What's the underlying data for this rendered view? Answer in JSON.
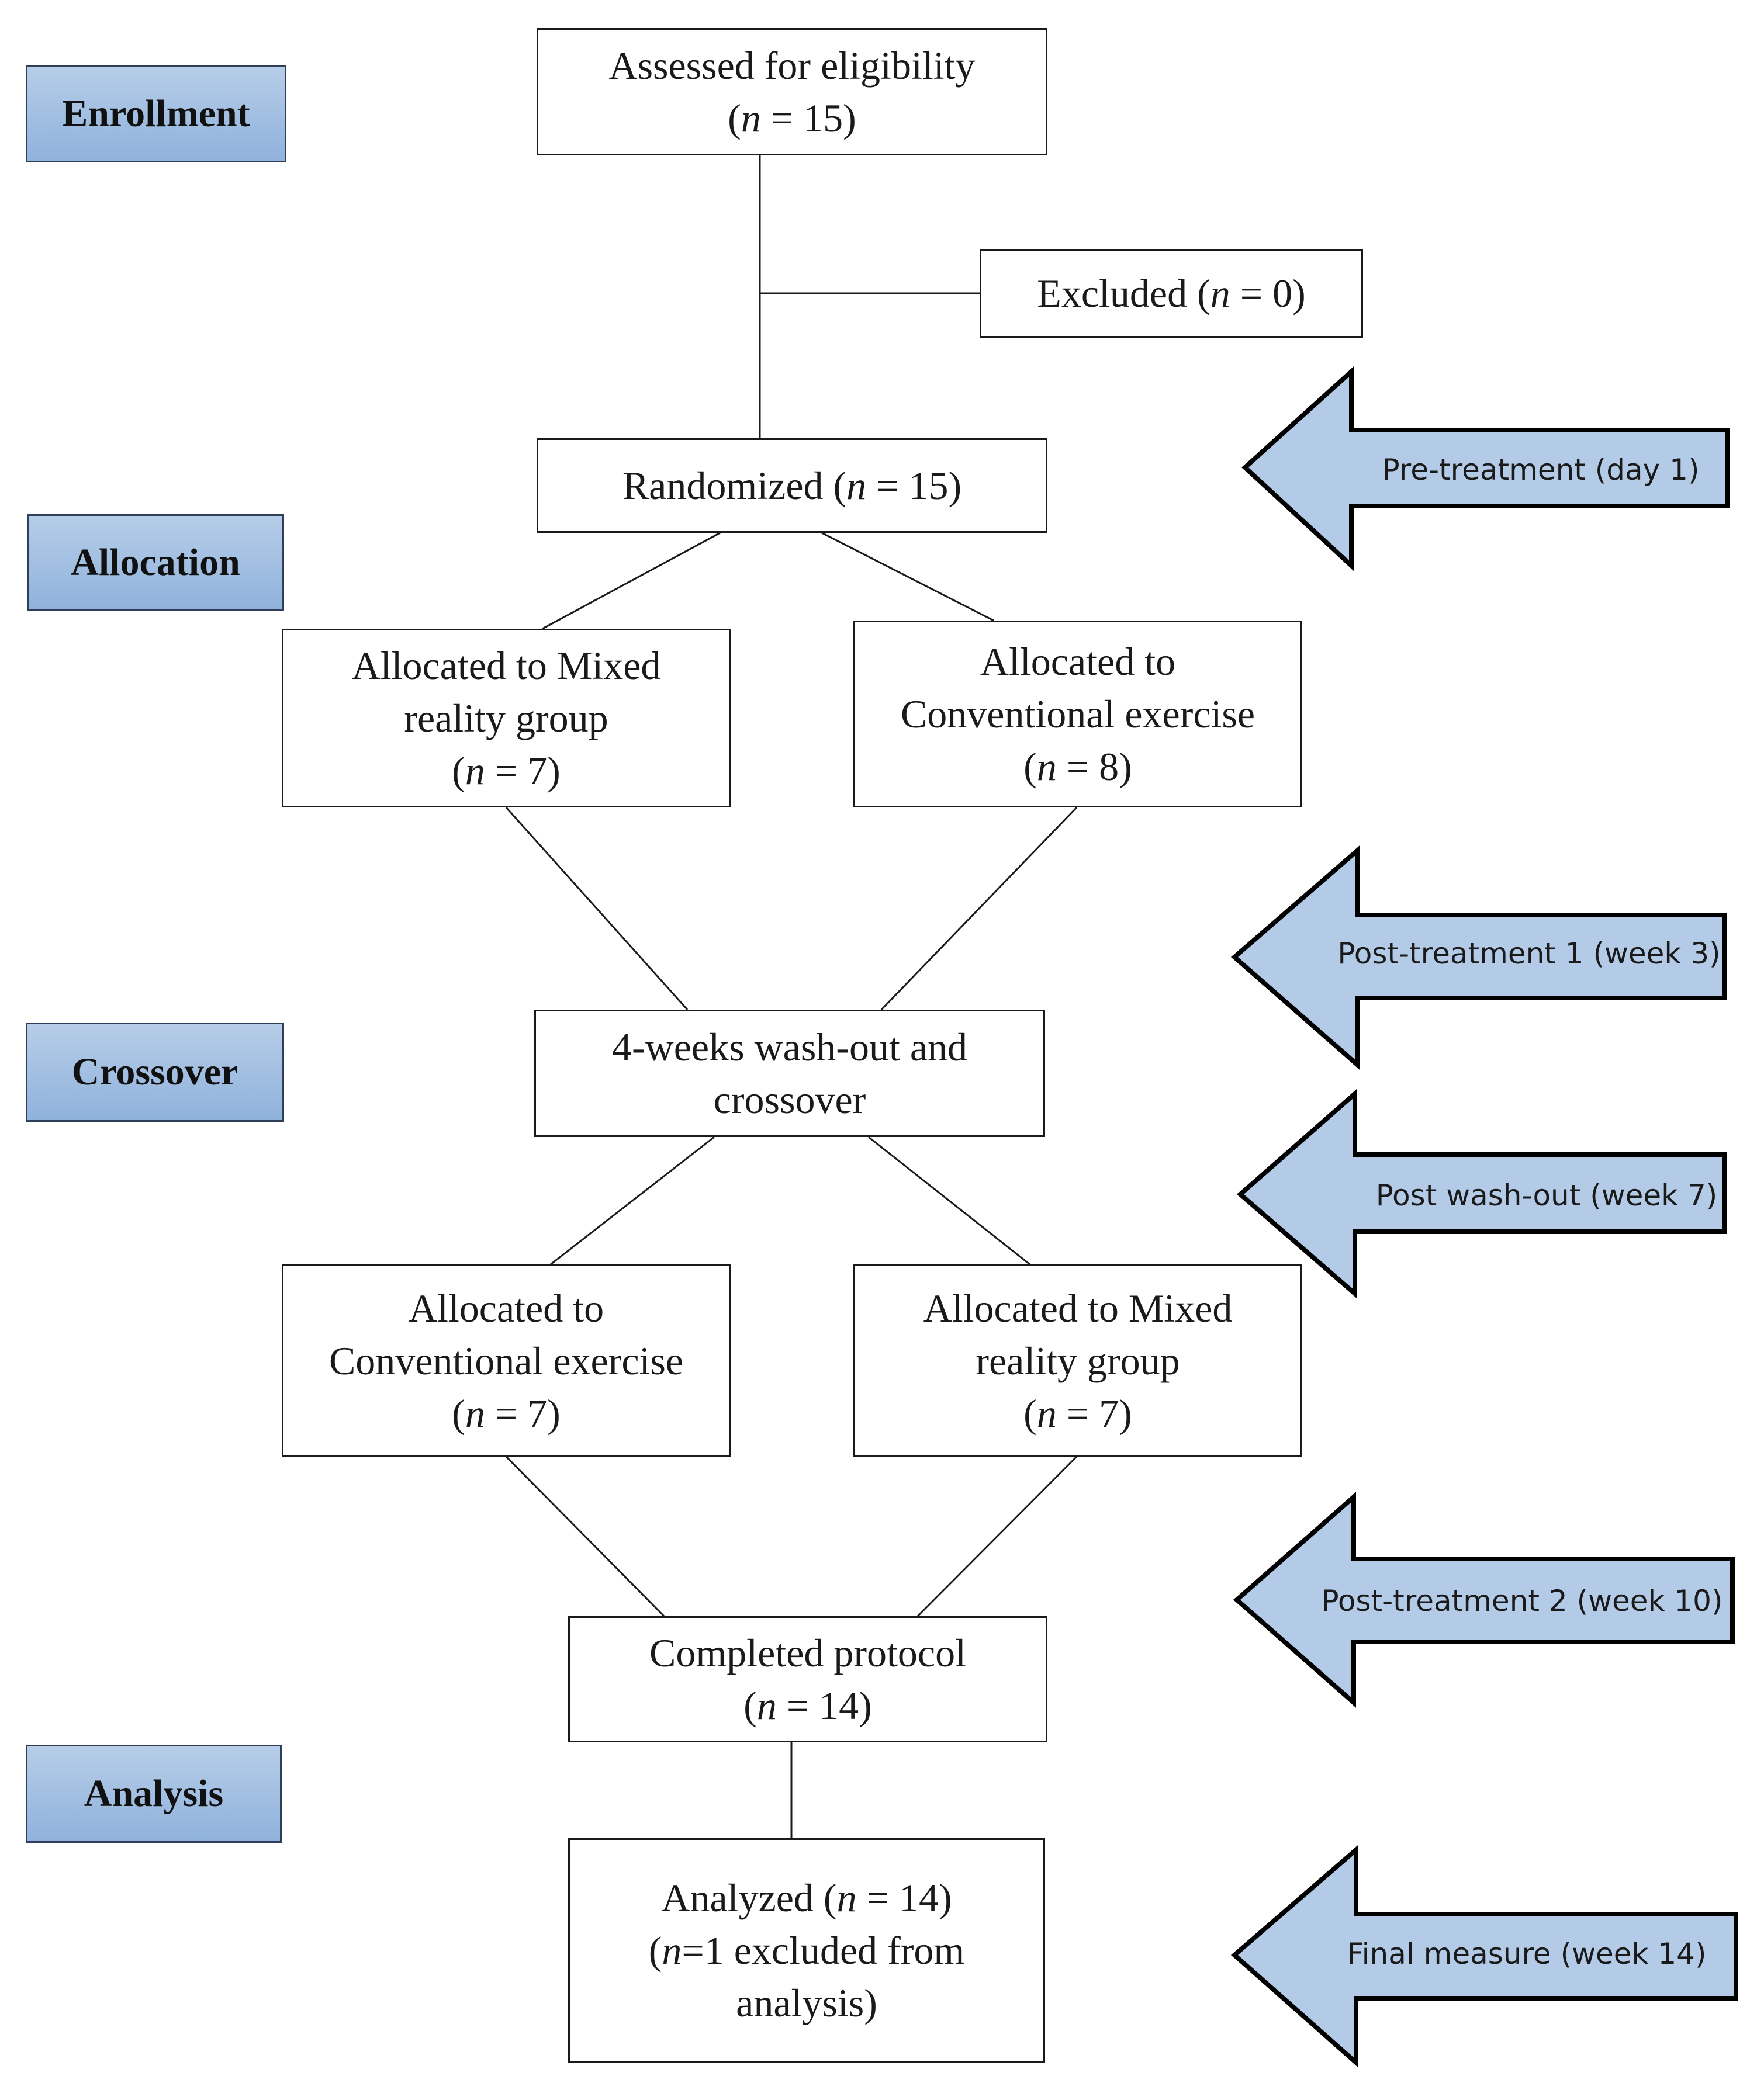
{
  "stages": [
    {
      "id": "enrollment",
      "label": "Enrollment"
    },
    {
      "id": "allocation",
      "label": "Allocation"
    },
    {
      "id": "crossover",
      "label": "Crossover"
    },
    {
      "id": "analysis",
      "label": "Analysis"
    }
  ],
  "boxes": {
    "assessed": {
      "line1": "Assessed for eligibility",
      "line2_pre": "(",
      "n_symbol": "n",
      "line2_post": " = 15)"
    },
    "excluded": {
      "pre": "Excluded (",
      "n_symbol": "n",
      "post": " = 0)"
    },
    "randomized": {
      "pre": "Randomized (",
      "n_symbol": "n",
      "post": " = 15)"
    },
    "alloc_mixed": {
      "line1": "Allocated to Mixed",
      "line2": "reality group",
      "line3_pre": "(",
      "n_symbol": "n",
      "line3_post": " = 7)"
    },
    "alloc_conv": {
      "line1": "Allocated to",
      "line2": "Conventional exercise",
      "line3_pre": "(",
      "n_symbol": "n",
      "line3_post": " = 8)"
    },
    "washout": {
      "line1": "4-weeks wash-out and",
      "line2": "crossover"
    },
    "cross_conv": {
      "line1": "Allocated to",
      "line2": "Conventional exercise",
      "line3_pre": "(",
      "n_symbol": "n",
      "line3_post": " = 7)"
    },
    "cross_mixed": {
      "line1": "Allocated to Mixed",
      "line2": "reality group",
      "line3_pre": "(",
      "n_symbol": "n",
      "line3_post": " = 7)"
    },
    "completed": {
      "line1": "Completed protocol",
      "line2_pre": "(",
      "n_symbol": "n",
      "line2_post": " = 14)"
    },
    "analyzed": {
      "line1_pre": "Analyzed (",
      "n_symbol": "n",
      "line1_post": " = 14)",
      "line2_pre": "(",
      "line2_n": "n",
      "line2_post": "=1 excluded from",
      "line3": "analysis)"
    }
  },
  "timepoints": [
    {
      "id": "pre",
      "label": "Pre-treatment (day 1)"
    },
    {
      "id": "post1",
      "label": "Post-treatment 1 (week 3)"
    },
    {
      "id": "washout",
      "label": "Post wash-out (week 7)"
    },
    {
      "id": "post2",
      "label": "Post-treatment 2 (week 10)"
    },
    {
      "id": "final",
      "label": "Final measure (week 14)"
    }
  ],
  "colors": {
    "arrow_fill": "#b4cbe8",
    "arrow_stroke": "#000000",
    "line": "#1a1a1a"
  }
}
